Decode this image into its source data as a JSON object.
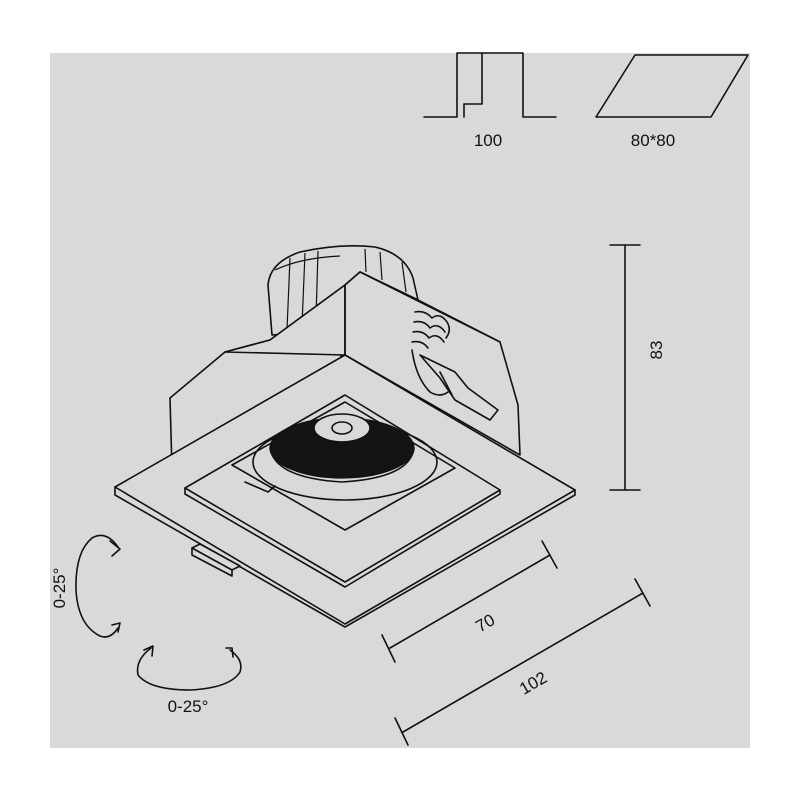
{
  "labels": {
    "cutout_depth": "100",
    "cutout_size": "80*80",
    "height": "83",
    "inner_width": "70",
    "outer_width": "102",
    "tilt_vertical": "0-25°",
    "tilt_horizontal": "0-25°"
  },
  "icons": {
    "cutout_depth": "recess-depth-icon",
    "cutout_size": "square-cutout-icon",
    "tilt_vertical": "vertical-rotation-arrow-icon",
    "tilt_horizontal": "horizontal-rotation-arrow-icon"
  },
  "colors": {
    "panel": "#d9d9d9",
    "line": "#111111",
    "background": "#ffffff"
  }
}
